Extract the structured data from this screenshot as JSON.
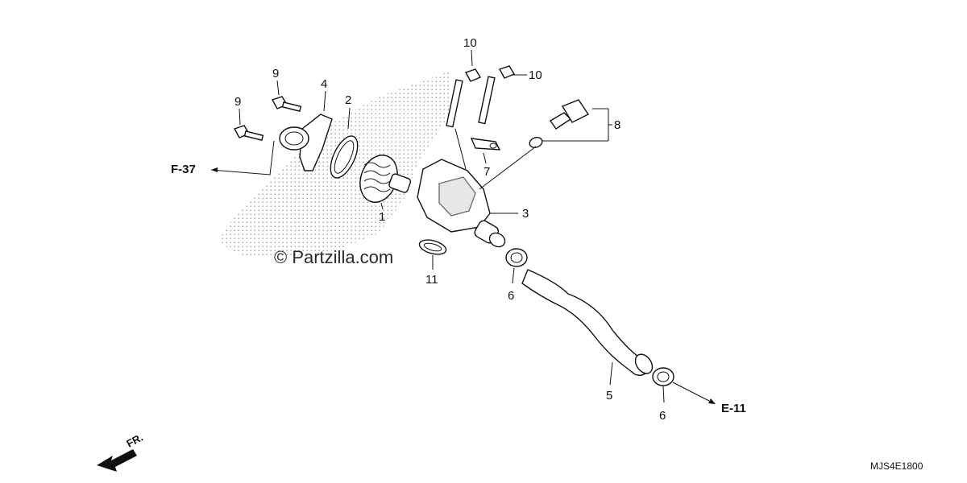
{
  "diagram": {
    "callouts": {
      "p1": "1",
      "p2": "2",
      "p3": "3",
      "p4": "4",
      "p5": "5",
      "p6a": "6",
      "p6b": "6",
      "p7": "7",
      "p8": "8",
      "p9a": "9",
      "p9b": "9",
      "p10a": "10",
      "p10b": "10",
      "p11": "11"
    },
    "references": {
      "f37": "F-37",
      "e11": "E-11"
    },
    "watermark": "© Partzilla.com",
    "direction": "FR.",
    "diagram_code": "MJS4E1800"
  }
}
